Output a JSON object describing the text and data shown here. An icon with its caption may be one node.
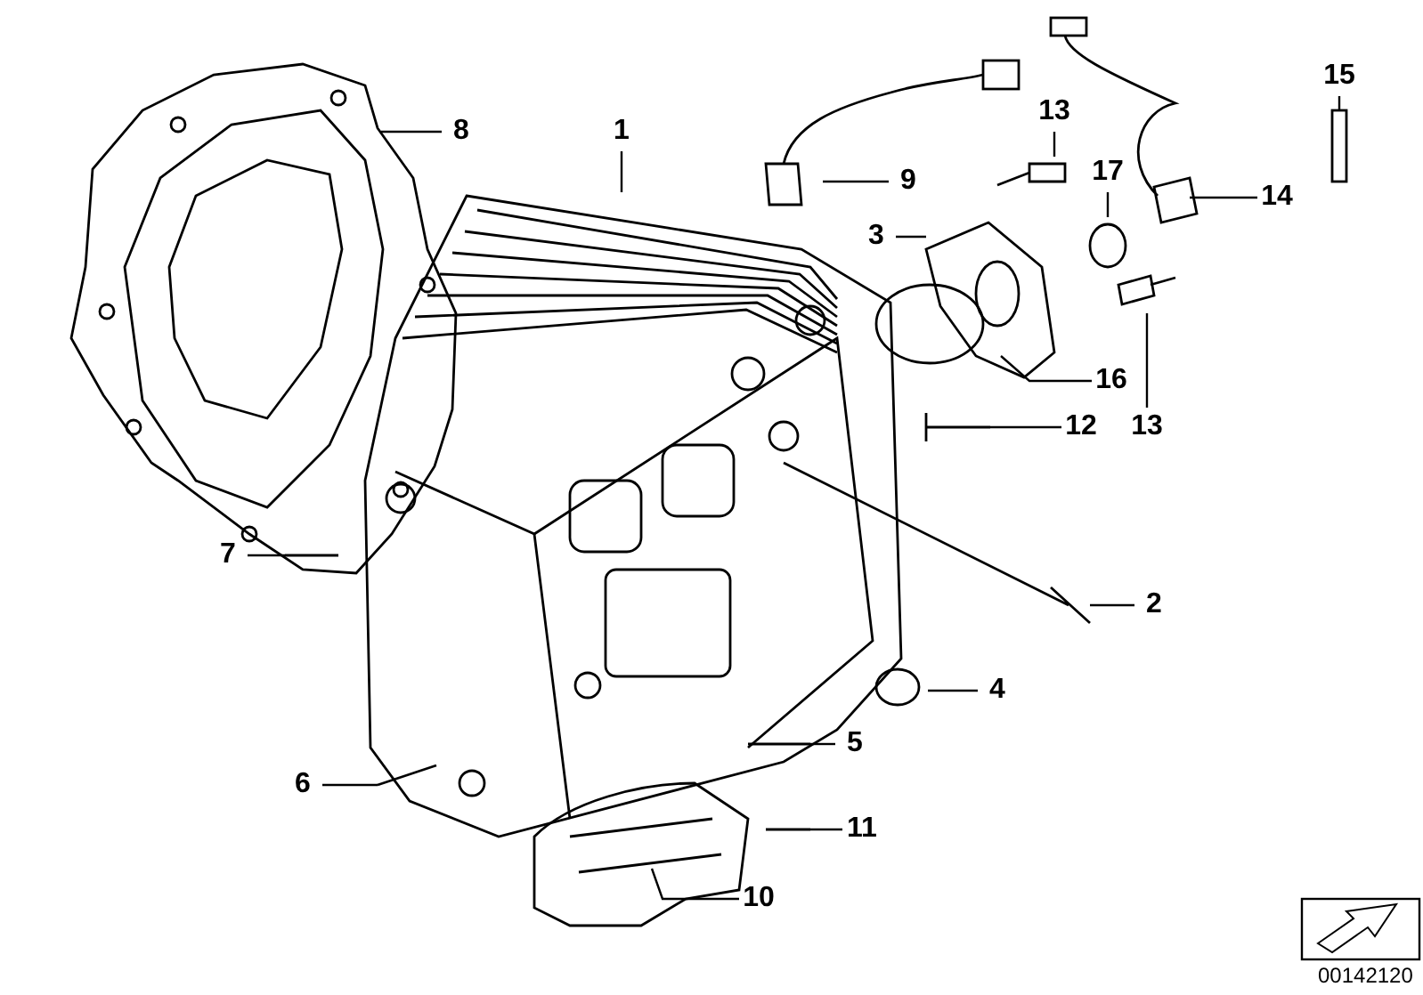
{
  "diagram": {
    "nodes": [
      {
        "text": [
          "15"
        ]
      },
      {
        "text": [
          "13"
        ]
      },
      {
        "text": [
          "1"
        ]
      },
      {
        "text": [
          "8"
        ]
      },
      {
        "text": [
          "17"
        ]
      },
      {
        "text": [
          "9"
        ]
      },
      {
        "text": [
          "14"
        ]
      },
      {
        "text": [
          "3"
        ]
      },
      {
        "text": [
          "16"
        ]
      },
      {
        "text": [
          "12"
        ]
      },
      {
        "text": [
          "13"
        ]
      },
      {
        "text": [
          "7"
        ]
      },
      {
        "text": [
          "2"
        ]
      },
      {
        "text": [
          "4"
        ]
      },
      {
        "text": [
          "5"
        ]
      },
      {
        "text": [
          "6"
        ]
      },
      {
        "text": [
          "11"
        ]
      },
      {
        "text": [
          "10"
        ]
      }
    ],
    "edges": [
      {
        "from": 0,
        "to": null,
        "arrow": "none"
      },
      {
        "from": 1,
        "to": null,
        "arrow": "none"
      },
      {
        "from": 2,
        "to": null,
        "arrow": "none"
      },
      {
        "from": 3,
        "to": null,
        "arrow": "none"
      },
      {
        "from": 4,
        "to": null,
        "arrow": "none"
      },
      {
        "from": 5,
        "to": null,
        "arrow": "none"
      },
      {
        "from": 6,
        "to": null,
        "arrow": "none"
      },
      {
        "from": 7,
        "to": null,
        "arrow": "none"
      },
      {
        "from": 8,
        "to": null,
        "arrow": "none"
      },
      {
        "from": 9,
        "to": null,
        "arrow": "none"
      },
      {
        "from": 10,
        "to": null,
        "arrow": "none"
      },
      {
        "from": 11,
        "to": null,
        "arrow": "none"
      },
      {
        "from": 12,
        "to": null,
        "arrow": "none"
      },
      {
        "from": 13,
        "to": null,
        "arrow": "none"
      },
      {
        "from": 14,
        "to": null,
        "arrow": "none"
      },
      {
        "from": 15,
        "to": null,
        "arrow": "none"
      },
      {
        "from": 16,
        "to": null,
        "arrow": "none"
      },
      {
        "from": 17,
        "to": null,
        "arrow": "none"
      }
    ],
    "labels": [
      "00142120"
    ]
  }
}
